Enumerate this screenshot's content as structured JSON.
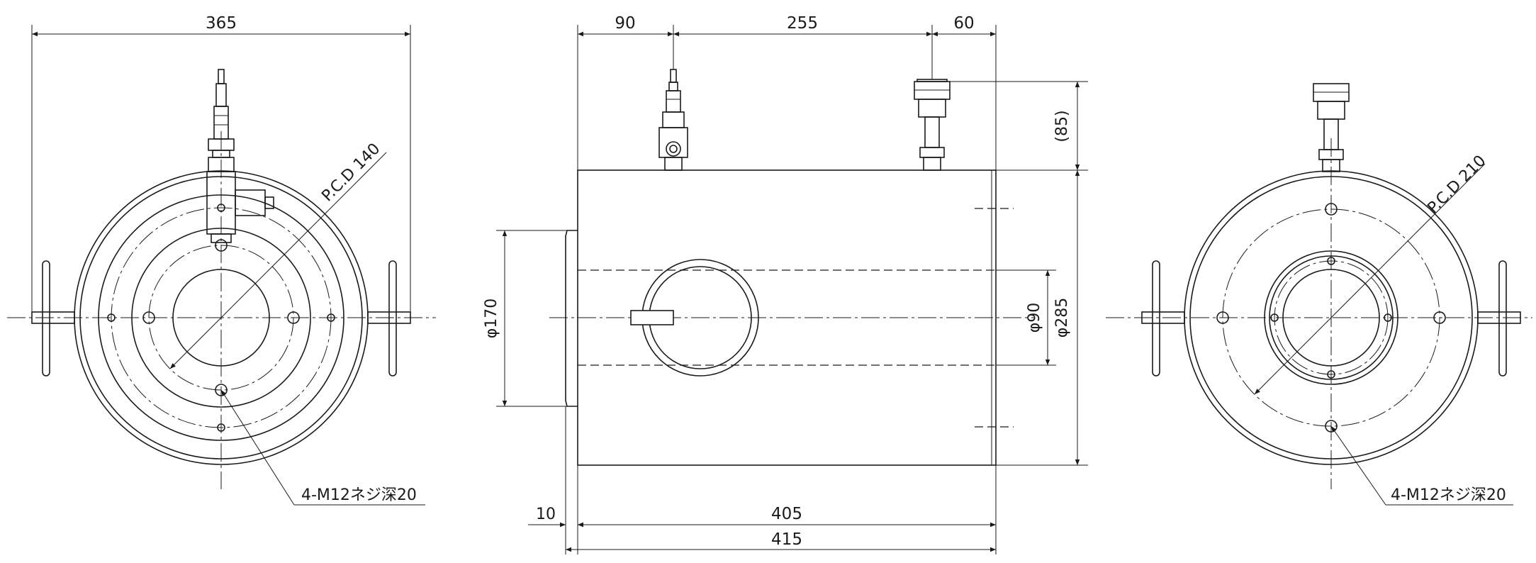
{
  "dimensions": {
    "overall_width": "365",
    "seg1": "90",
    "seg2": "255",
    "seg3": "60",
    "height_connector": "(85)",
    "dia_flange": "φ170",
    "dia_bore": "φ90",
    "dia_body": "φ285",
    "length_body": "405",
    "length_total": "415",
    "lip": "10"
  },
  "annotations": {
    "pcd_left": "P.C.D 140",
    "pcd_right": "P.C.D 210",
    "thread_left": "4-M12ネジ深20",
    "thread_right": "4-M12ネジ深20"
  },
  "colors": {
    "line": "#1a1a1a",
    "background": "#ffffff"
  }
}
